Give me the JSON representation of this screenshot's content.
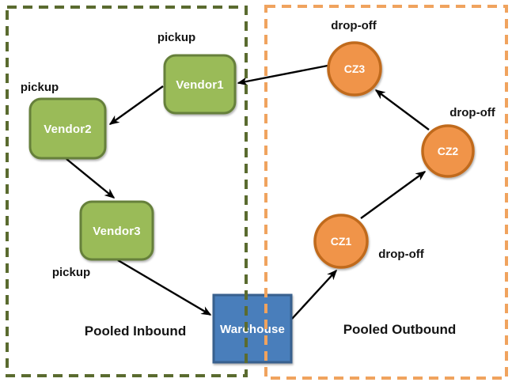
{
  "diagram": {
    "type": "logistics-flow-cycle",
    "regions": [
      {
        "name": "inbound",
        "label": "Pooled Inbound",
        "border_style": "dashed",
        "border_color": "#5A6B2F"
      },
      {
        "name": "outbound",
        "label": "Pooled Outbound",
        "border_style": "dashed",
        "border_color": "#F0A35E"
      }
    ],
    "nodes": [
      {
        "id": "vendor1",
        "label": "Vendor1",
        "annotation": "pickup",
        "shape": "rounded-rectangle",
        "fill": "#9ABB59",
        "border": "#66803A",
        "text_color": "#FFFFFF"
      },
      {
        "id": "vendor2",
        "label": "Vendor2",
        "annotation": "pickup",
        "shape": "rounded-rectangle",
        "fill": "#9ABB59",
        "border": "#66803A",
        "text_color": "#FFFFFF"
      },
      {
        "id": "vendor3",
        "label": "Vendor3",
        "annotation": "pickup",
        "shape": "rounded-rectangle",
        "fill": "#9ABB59",
        "border": "#66803A",
        "text_color": "#FFFFFF"
      },
      {
        "id": "warehouse",
        "label": "Warehouse",
        "annotation": "",
        "shape": "square",
        "fill": "#4A7EBB",
        "border": "#38618E",
        "text_color": "#FFFFFF"
      },
      {
        "id": "cz1",
        "label": "CZ1",
        "annotation": "drop-off",
        "shape": "circle",
        "fill": "#F0944A",
        "border": "#C06A1E",
        "text_color": "#FFFFFF"
      },
      {
        "id": "cz2",
        "label": "CZ2",
        "annotation": "drop-off",
        "shape": "circle",
        "fill": "#F0944A",
        "border": "#C06A1E",
        "text_color": "#FFFFFF"
      },
      {
        "id": "cz3",
        "label": "CZ3",
        "annotation": "drop-off",
        "shape": "circle",
        "fill": "#F0944A",
        "border": "#C06A1E",
        "text_color": "#FFFFFF"
      }
    ],
    "edges": [
      {
        "from": "Vendor1",
        "to": "Vendor2"
      },
      {
        "from": "Vendor2",
        "to": "Vendor3"
      },
      {
        "from": "Vendor3",
        "to": "Warehouse"
      },
      {
        "from": "Warehouse",
        "to": "CZ1"
      },
      {
        "from": "CZ1",
        "to": "CZ2"
      },
      {
        "from": "CZ2",
        "to": "CZ3"
      },
      {
        "from": "CZ3",
        "to": "Vendor1"
      }
    ],
    "arrow_color": "#000000",
    "background_color": "#FFFFFF"
  }
}
